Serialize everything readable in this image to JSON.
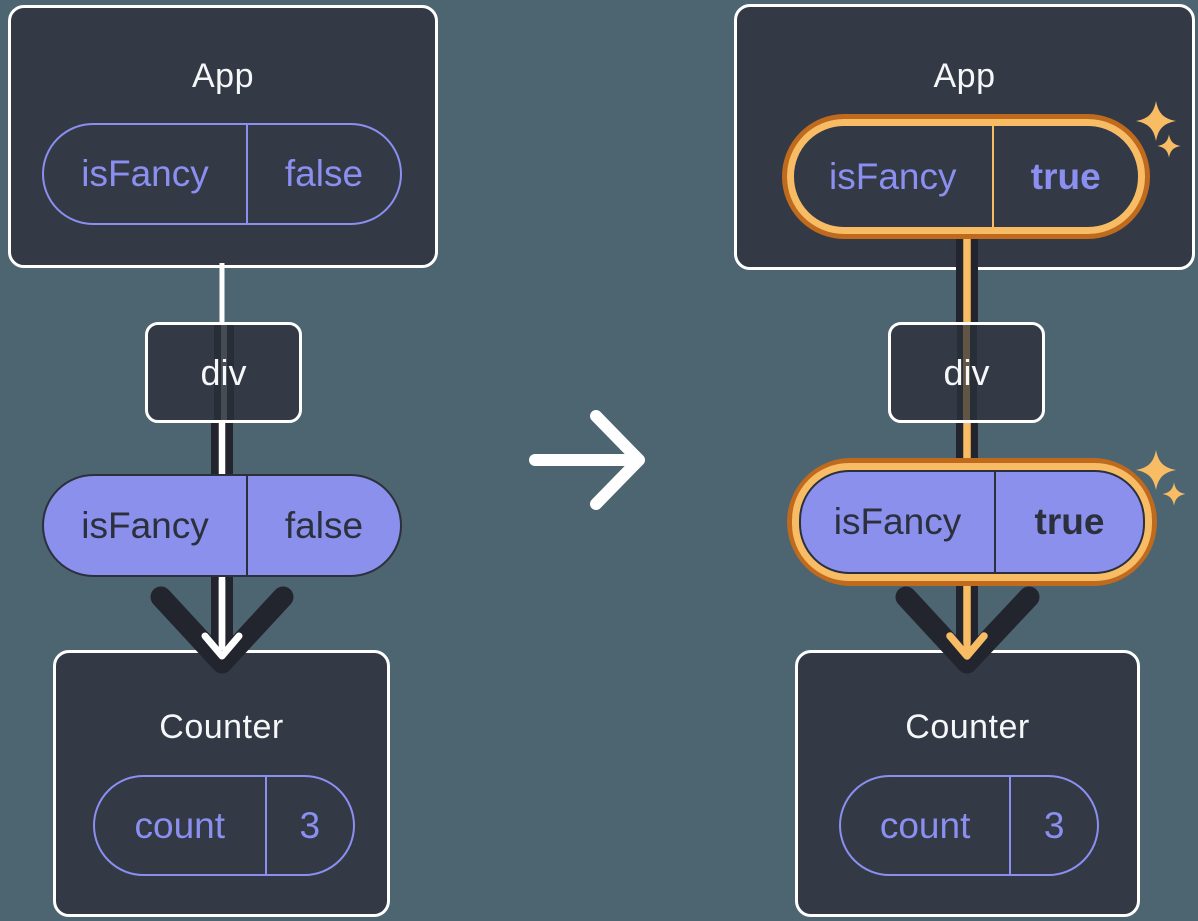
{
  "colors": {
    "background": "#4d6570",
    "panel": "#333a46",
    "panel_border": "#ffffff",
    "purple": "#8a8ff0",
    "purple_fill": "#8a90ec",
    "dark_navy_text": "#2b303c",
    "arrow_dark": "#22252e",
    "arrow_white": "#ffffff",
    "highlight_orange_dark": "#c06a1e",
    "highlight_orange_light": "#f8bc64",
    "title_text": "#f6f7f9"
  },
  "before": {
    "app": {
      "title": "App",
      "prop": {
        "name": "isFancy",
        "value": "false"
      }
    },
    "div_node": {
      "label": "div"
    },
    "passed_prop": {
      "name": "isFancy",
      "value": "false"
    },
    "counter": {
      "title": "Counter",
      "state": {
        "name": "count",
        "value": "3"
      }
    }
  },
  "after": {
    "app": {
      "title": "App",
      "prop": {
        "name": "isFancy",
        "value": "true"
      }
    },
    "div_node": {
      "label": "div"
    },
    "passed_prop": {
      "name": "isFancy",
      "value": "true"
    },
    "counter": {
      "title": "Counter",
      "state": {
        "name": "count",
        "value": "3"
      }
    }
  }
}
